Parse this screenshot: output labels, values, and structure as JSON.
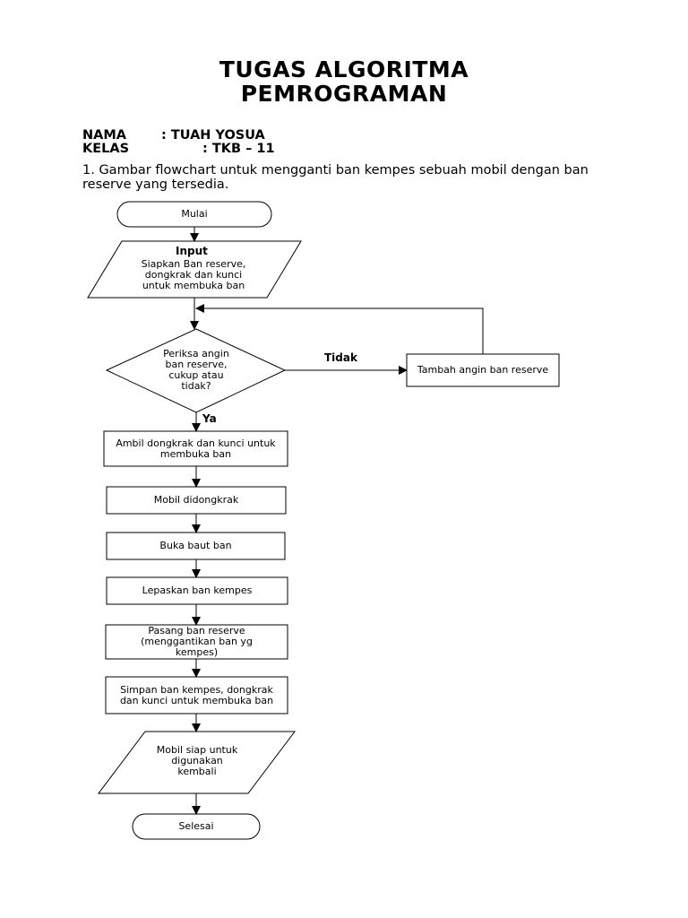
{
  "title_line1": "TUGAS ALGORITMA",
  "title_line2": "PEMROGRAMAN",
  "nama_label": "NAMA",
  "nama_value": ": TUAH YOSUA",
  "kelas_label": "KELAS",
  "kelas_value": ": TKB – 11",
  "question": "1. Gambar flowchart untuk mengganti ban kempes sebuah mobil dengan ban reserve yang tersedia.",
  "flow": {
    "start": "Mulai",
    "input_title": "Input",
    "input_body": "Siapkan Ban reserve, dongkrak dan kunci untuk membuka ban",
    "decision": "Periksa angin ban reserve, cukup atau tidak?",
    "no_label": "Tidak",
    "yes_label": "Ya",
    "add_air": "Tambah angin ban reserve",
    "step1": "Ambil dongkrak dan kunci untuk membuka ban",
    "step2": "Mobil didongkrak",
    "step3": "Buka baut ban",
    "step4": "Lepaskan ban kempes",
    "step5": "Pasang ban reserve (menggantikan ban yg kempes)",
    "step6": "Simpan ban kempes, dongkrak dan kunci untuk membuka ban",
    "output": "Mobil siap untuk digunakan kembali",
    "end": "Selesai"
  }
}
